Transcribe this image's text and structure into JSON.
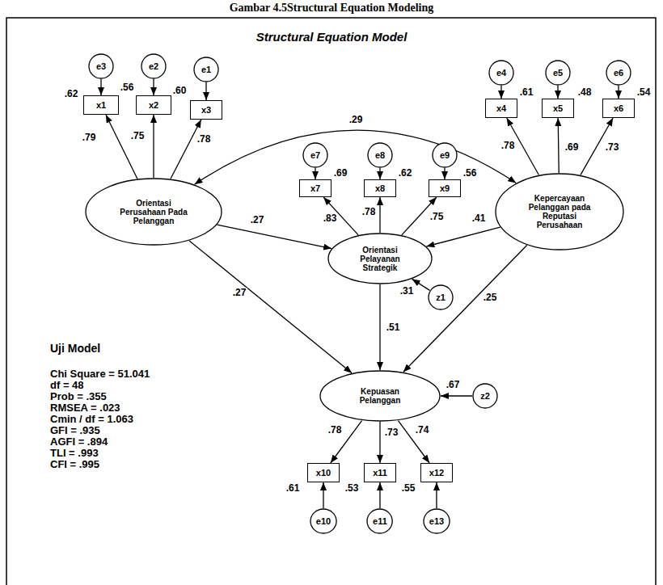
{
  "diagram": {
    "title": "Structural Equation Model",
    "caption": "Gambar 4.5Structural Equation Modeling",
    "nodes": [
      {
        "text": [
          "e3"
        ]
      },
      {
        "text": [
          "e2"
        ]
      },
      {
        "text": [
          "e1"
        ]
      },
      {
        "text": [
          "e4"
        ]
      },
      {
        "text": [
          "e5"
        ]
      },
      {
        "text": [
          "e6"
        ]
      },
      {
        "text": [
          "x1"
        ]
      },
      {
        "text": [
          "x2"
        ]
      },
      {
        "text": [
          "x3"
        ]
      },
      {
        "text": [
          "x4"
        ]
      },
      {
        "text": [
          "x5"
        ]
      },
      {
        "text": [
          "x6"
        ]
      },
      {
        "text": [
          "e7"
        ]
      },
      {
        "text": [
          "e8"
        ]
      },
      {
        "text": [
          "e9"
        ]
      },
      {
        "text": [
          "x7"
        ]
      },
      {
        "text": [
          "x8"
        ]
      },
      {
        "text": [
          "x9"
        ]
      },
      {
        "text": [
          "Orientasi Perusahaan Pada Pelanggan"
        ]
      },
      {
        "text": [
          "Kepercayaan Pelanggan pada Reputasi Perusahaan"
        ]
      },
      {
        "text": [
          "Orientasi Pelayanan Strategik"
        ]
      },
      {
        "text": [
          "z1"
        ]
      },
      {
        "text": [
          "Kepuasan Pelanggan"
        ]
      },
      {
        "text": [
          "z2"
        ]
      },
      {
        "text": [
          "x10"
        ]
      },
      {
        "text": [
          "x11"
        ]
      },
      {
        "text": [
          "x12"
        ]
      },
      {
        "text": [
          "e10"
        ]
      },
      {
        "text": [
          "e11"
        ]
      },
      {
        "text": [
          "e13"
        ]
      }
    ],
    "edges": [
      {
        "from": 0,
        "to": 6,
        "arrow": "to"
      },
      {
        "from": 1,
        "to": 7,
        "arrow": "to"
      },
      {
        "from": 2,
        "to": 8,
        "arrow": "to"
      },
      {
        "from": 3,
        "to": 9,
        "arrow": "to"
      },
      {
        "from": 4,
        "to": 10,
        "arrow": "to"
      },
      {
        "from": 5,
        "to": 11,
        "arrow": "to"
      },
      {
        "from": 12,
        "to": 15,
        "arrow": "to"
      },
      {
        "from": 13,
        "to": 16,
        "arrow": "to"
      },
      {
        "from": 14,
        "to": 17,
        "arrow": "to"
      },
      {
        "from": 18,
        "to": 6,
        "label": ".79",
        "arrow": "to"
      },
      {
        "from": 18,
        "to": 7,
        "label": ".75",
        "arrow": "to"
      },
      {
        "from": 18,
        "to": 8,
        "label": ".78",
        "arrow": "to"
      },
      {
        "from": 19,
        "to": 9,
        "label": ".78",
        "arrow": "to"
      },
      {
        "from": 19,
        "to": 10,
        "label": ".69",
        "arrow": "to"
      },
      {
        "from": 19,
        "to": 11,
        "label": ".73",
        "arrow": "to"
      },
      {
        "from": 20,
        "to": 15,
        "label": ".83",
        "arrow": "to"
      },
      {
        "from": 20,
        "to": 16,
        "label": ".78",
        "arrow": "to"
      },
      {
        "from": 20,
        "to": 17,
        "label": ".75",
        "arrow": "to"
      },
      {
        "from": 18,
        "to": 19,
        "label": ".29",
        "arrow": "both"
      },
      {
        "from": 18,
        "to": 20,
        "label": ".27",
        "arrow": "to"
      },
      {
        "from": 18,
        "to": 22,
        "label": ".27",
        "arrow": "to"
      },
      {
        "from": 19,
        "to": 20,
        "label": ".41",
        "arrow": "to"
      },
      {
        "from": 19,
        "to": 22,
        "label": ".25",
        "arrow": "to"
      },
      {
        "from": 20,
        "to": 22,
        "label": ".51",
        "arrow": "to"
      },
      {
        "from": 21,
        "to": 20,
        "arrow": "to"
      },
      {
        "from": 23,
        "to": 22,
        "arrow": "to"
      },
      {
        "from": 22,
        "to": 24,
        "label": ".78",
        "arrow": "to"
      },
      {
        "from": 22,
        "to": 25,
        "label": ".73",
        "arrow": "to"
      },
      {
        "from": 22,
        "to": 26,
        "label": ".74",
        "arrow": "to"
      },
      {
        "from": 27,
        "to": 24,
        "arrow": "to"
      },
      {
        "from": 28,
        "to": 25,
        "arrow": "to"
      },
      {
        "from": 29,
        "to": 26,
        "arrow": "to"
      }
    ],
    "labels": [
      ".62",
      ".56",
      ".60",
      ".61",
      ".48",
      ".54",
      ".69",
      ".62",
      ".56",
      ".31",
      ".67",
      ".61",
      ".53",
      ".55",
      "Uji Model",
      "Chi Square = 51.041",
      "df = 48",
      "Prob = .355",
      "RMSEA = .023",
      "Cmin / df = 1.063",
      "GFI = .935",
      "AGFI = .894",
      "TLI = .993",
      "CFI = .995"
    ]
  }
}
